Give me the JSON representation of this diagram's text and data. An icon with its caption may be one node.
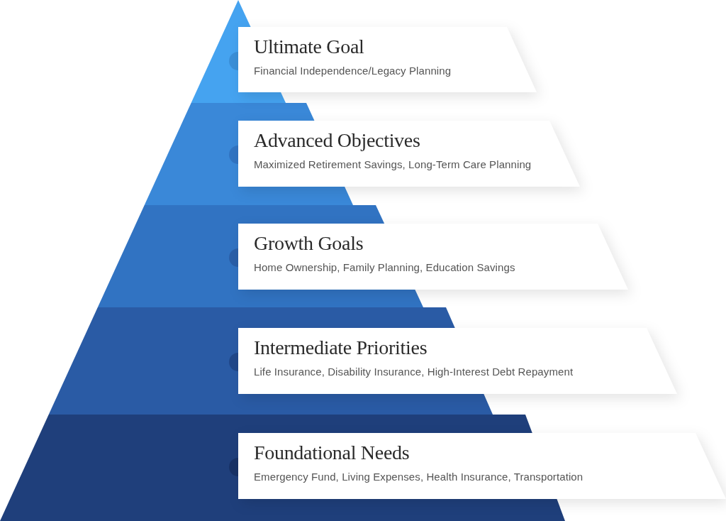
{
  "diagram": {
    "nodes": [
      {
        "text": [
          "Ultimate Goal",
          "Financial Independence/Legacy Planning"
        ]
      },
      {
        "text": [
          "Advanced Objectives",
          "Maximized Retirement Savings, Long-Term Care Planning"
        ]
      },
      {
        "text": [
          "Growth Goals",
          "Home Ownership, Family Planning, Education Savings"
        ]
      },
      {
        "text": [
          "Intermediate Priorities",
          "Life Insurance, Disability Insurance, High-Interest Debt Repayment"
        ]
      },
      {
        "text": [
          "Foundational Needs",
          "Emergency Fund, Living Expenses, Health Insurance, Transportation"
        ]
      }
    ]
  }
}
